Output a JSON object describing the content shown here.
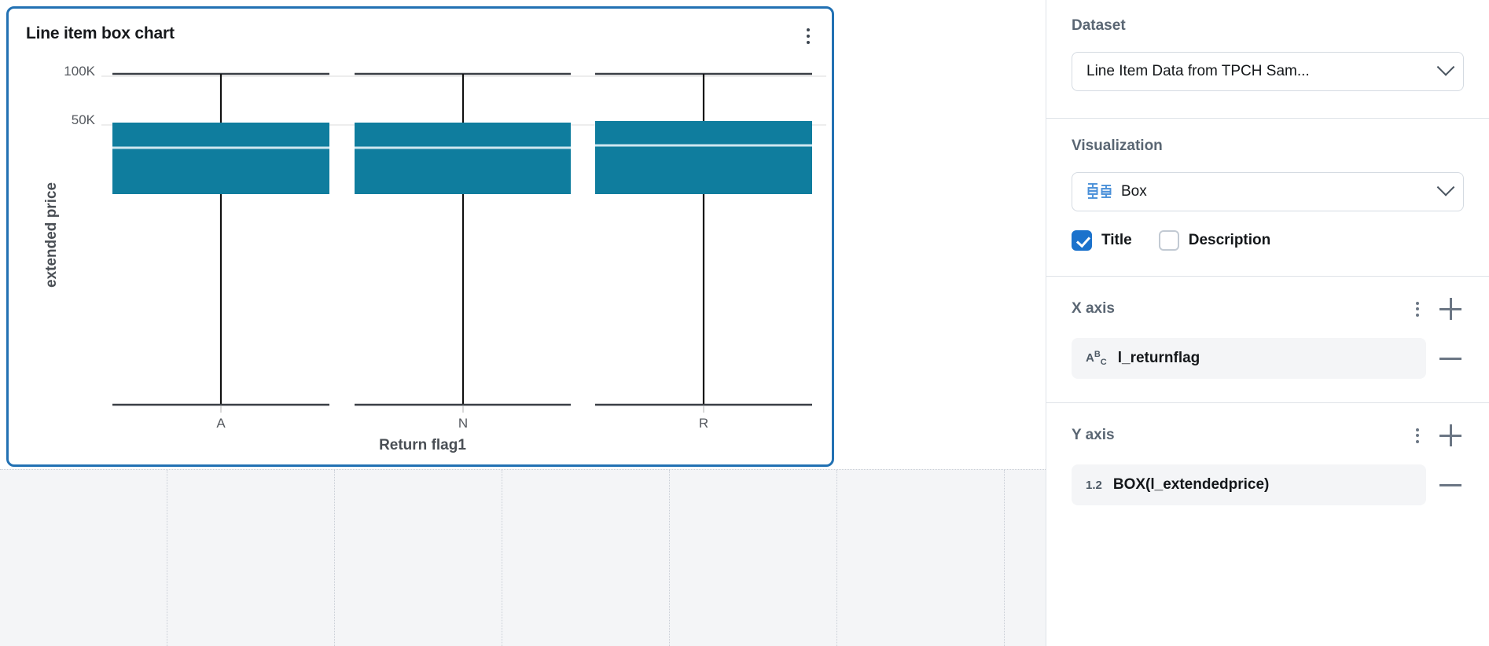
{
  "card": {
    "title": "Line item box chart",
    "menu_icon": "kebab-menu-icon"
  },
  "chart_data": {
    "type": "box",
    "title": "Line item box chart",
    "xlabel": "Return flag1",
    "ylabel": "extended price",
    "categories": [
      "A",
      "N",
      "R"
    ],
    "ytick_labels": [
      "100K",
      "50K"
    ],
    "ytick_values": [
      100000,
      50000
    ],
    "ylim": [
      0,
      118000
    ],
    "grid": true,
    "legend": null,
    "series_color": "#0f7d9e",
    "boxes": [
      {
        "category": "A",
        "whisker_high": 100000,
        "q3": 50000,
        "median": 42000,
        "q1": 22000,
        "whisker_low": 0
      },
      {
        "category": "N",
        "whisker_high": 100000,
        "q3": 50000,
        "median": 42000,
        "q1": 22000,
        "whisker_low": 0
      },
      {
        "category": "R",
        "whisker_high": 100000,
        "q3": 50500,
        "median": 43500,
        "q1": 22000,
        "whisker_low": 0
      }
    ]
  },
  "panel": {
    "dataset": {
      "label": "Dataset",
      "value": "Line Item Data from TPCH Sam...",
      "chevron_icon": "chevron-down-icon"
    },
    "visualization": {
      "label": "Visualization",
      "value": "Box",
      "type_icon": "box-plot-icon",
      "chevron_icon": "chevron-down-icon",
      "toggles": [
        {
          "label": "Title",
          "checked": true
        },
        {
          "label": "Description",
          "checked": false
        }
      ]
    },
    "x_axis": {
      "label": "X axis",
      "menu_icon": "kebab-menu-icon",
      "add_icon": "plus-icon",
      "fields": [
        {
          "type_badge": "ABC",
          "name": "l_returnflag",
          "remove_icon": "minus-icon"
        }
      ]
    },
    "y_axis": {
      "label": "Y axis",
      "menu_icon": "kebab-menu-icon",
      "add_icon": "plus-icon",
      "fields": [
        {
          "type_badge": "1.2",
          "name": "BOX(l_extendedprice)",
          "remove_icon": "minus-icon"
        }
      ]
    }
  },
  "colors": {
    "accent": "#2271b3",
    "box_fill": "#0f7d9e",
    "checkbox_on": "#1b72cc"
  }
}
